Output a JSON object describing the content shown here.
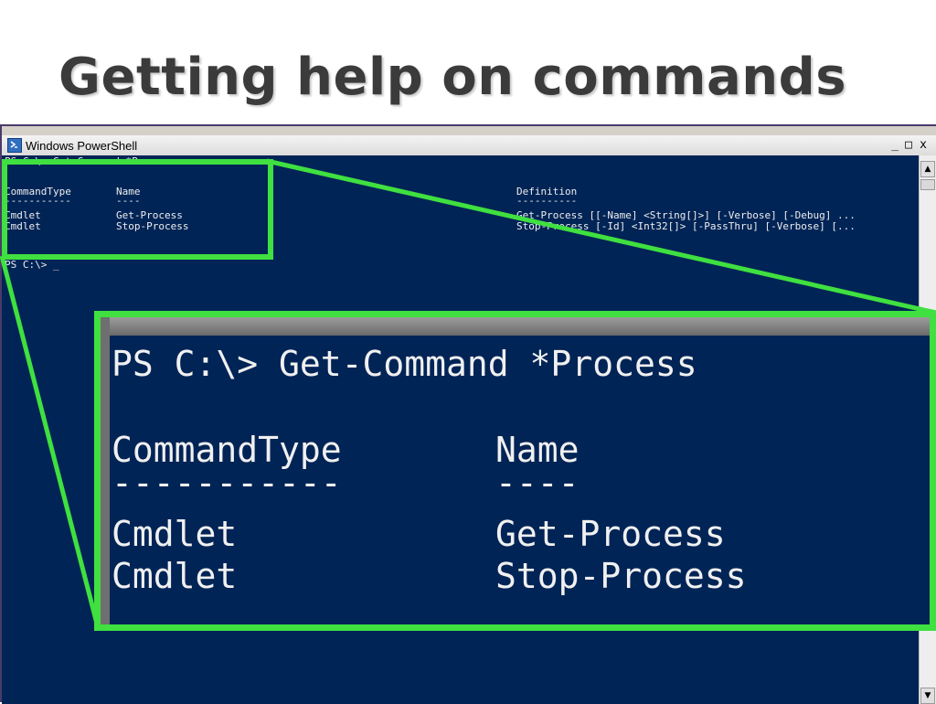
{
  "slide": {
    "title": "Getting help on commands"
  },
  "window": {
    "title": "Windows PowerShell",
    "minimize": "_",
    "maximize": "□",
    "close": "x"
  },
  "scrollbar": {
    "up": "▲",
    "down": "▼"
  },
  "console": {
    "command": "PS C:\\> Get-Command *Process",
    "header": {
      "type": "CommandType",
      "name": "Name",
      "definition": "Definition"
    },
    "separator": {
      "type": "-----------",
      "name": "----",
      "definition": "----------"
    },
    "rows": [
      {
        "type": "Cmdlet",
        "name": "Get-Process",
        "definition": "Get-Process [[-Name] <String[]>] [-Verbose] [-Debug] ..."
      },
      {
        "type": "Cmdlet",
        "name": "Stop-Process",
        "definition": "Stop-Process [-Id] <Int32[]> [-PassThru] [-Verbose] [..."
      }
    ],
    "prompt": "PS C:\\> ",
    "cursor": "_"
  },
  "colors": {
    "console_bg": "#012456",
    "highlight": "#3fe03f",
    "console_text": "#eeeeee"
  }
}
